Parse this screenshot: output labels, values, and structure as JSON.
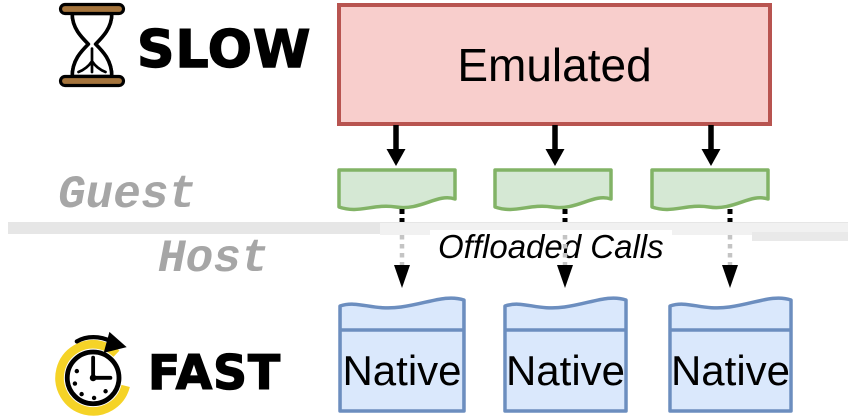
{
  "labels": {
    "slow": "SLOW",
    "fast": "FAST",
    "guest": "Guest",
    "host": "Host",
    "offloaded_calls": "Offloaded Calls"
  },
  "emulated": {
    "label": "Emulated"
  },
  "native": {
    "items": [
      {
        "label": "Native"
      },
      {
        "label": "Native"
      },
      {
        "label": "Native"
      }
    ]
  },
  "icons": {
    "slow_icon": "hourglass-icon",
    "fast_icon": "fast-clock-icon"
  },
  "colors": {
    "emulated_fill": "#f8cecc",
    "emulated_border": "#b85450",
    "guest_doc_fill": "#d5e8d4",
    "guest_doc_border": "#82b366",
    "native_fill": "#dae8fc",
    "native_border": "#6c8ebf",
    "divider_gray": "#e6e6e6",
    "side_label_gray": "#a6a6a6",
    "arrow_black": "#000000",
    "dotted_gray": "#c4c4c4",
    "hourglass_brown": "#a5743c",
    "hourglass_sand_gray": "#9b9b9b",
    "clock_yellow": "#f5d327"
  }
}
